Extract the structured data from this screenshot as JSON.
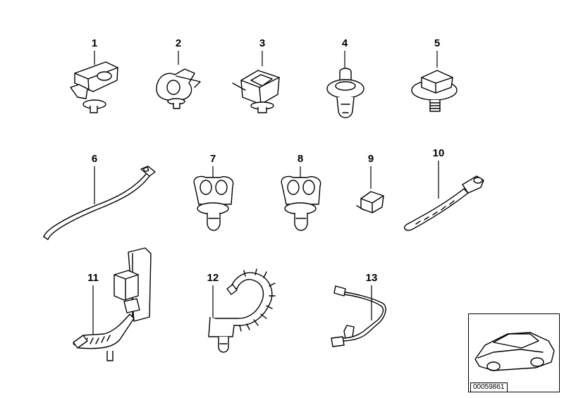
{
  "callouts": {
    "c1": "1",
    "c2": "2",
    "c3": "3",
    "c4": "4",
    "c5": "5",
    "c6": "6",
    "c7": "7",
    "c8": "8",
    "c9": "9",
    "c10": "10",
    "c11": "11",
    "c12": "12",
    "c13": "13"
  },
  "diagram_ref": "00059861"
}
